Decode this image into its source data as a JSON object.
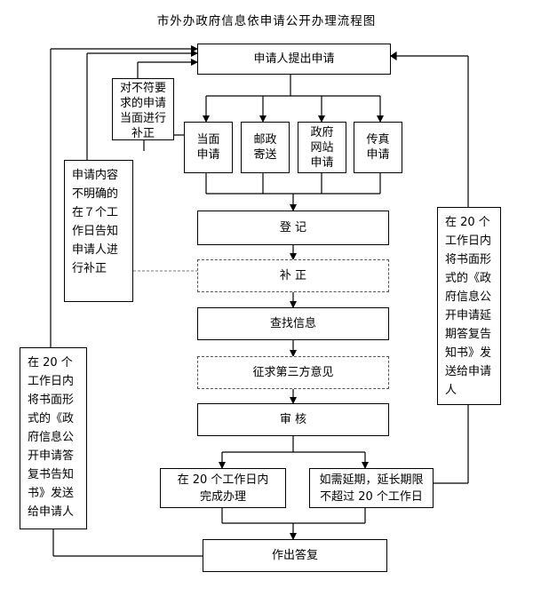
{
  "title": "市外办政府信息依申请公开办理流程图",
  "nodes": {
    "apply": "申请人提出申请",
    "incorrect_request": "对不符要\n求的申请\n当面进行\n补正",
    "in_person": "当面\n申请",
    "by_post": "邮政\n寄送",
    "gov_site": "政府\n网站\n申请",
    "fax": "传真\n申请",
    "unclear_content": "申请内容\n不明确的\n在７个工\n作日告知\n申请人进\n行补正",
    "register": "登    记",
    "supplement": "补    正",
    "search_info": "查找信息",
    "third_party": "征求第三方意见",
    "review": "审    核",
    "complete_20": "在 20 个工作日内\n完成办理",
    "extension": "如需延期，延长期限\n不超过 20 个工作日",
    "extension_notice": "在 20 个\n工作日内\n将书面形\n式的《政\n府信息公\n开申请延\n期答复告\n知书》发\n送给申请\n人",
    "reply_notice": "在 20 个\n工作日内\n将书面形\n式的《政\n府信息公\n开申请答\n复书告知\n书》发送\n给申请人",
    "reply": "作出答复"
  }
}
